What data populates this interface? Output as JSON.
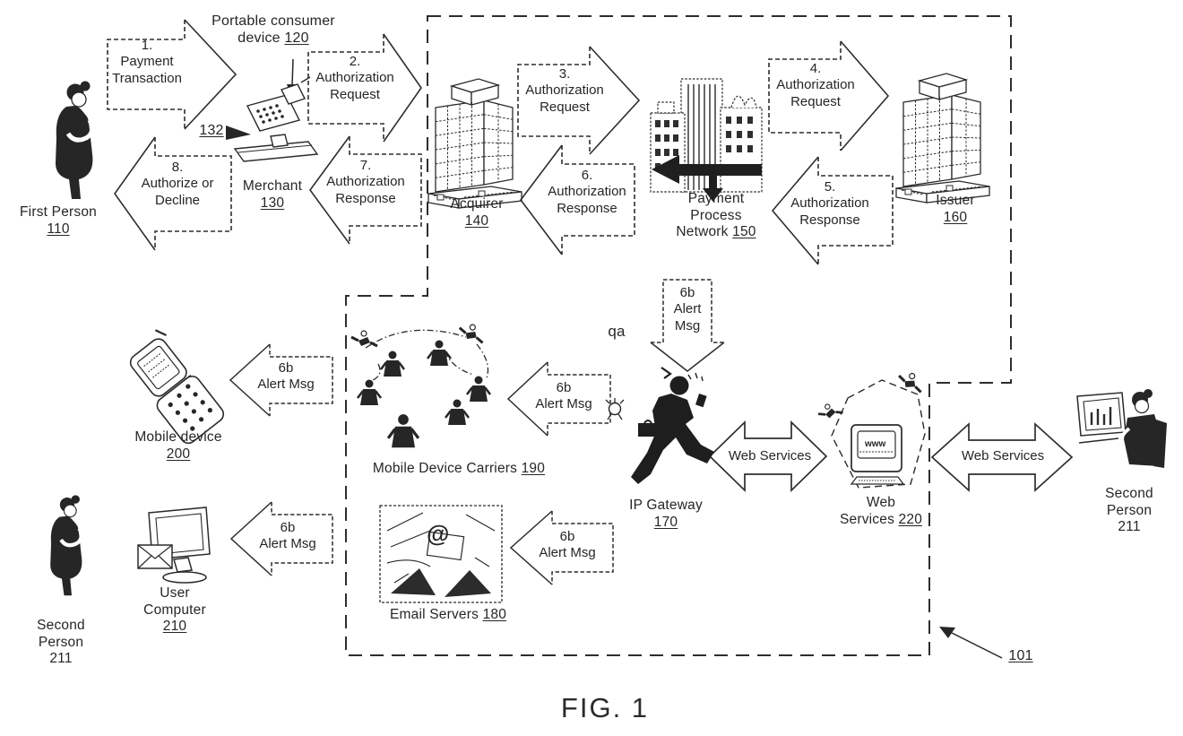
{
  "figure": {
    "caption": "FIG. 1",
    "system_ref": "101",
    "stray_text": "qa"
  },
  "persons": {
    "first": {
      "name": "First Person",
      "ref": "110"
    },
    "second_left": {
      "line1": "Second",
      "line2": "Person",
      "ref": "211"
    },
    "second_right": {
      "line1": "Second",
      "line2": "Person",
      "ref": "211"
    }
  },
  "devices": {
    "portable": {
      "line1": "Portable consumer",
      "line2": "device",
      "ref": "120"
    },
    "terminal_ref": "132",
    "merchant": {
      "name": "Merchant",
      "ref": "130"
    },
    "mobile": {
      "name": "Mobile device",
      "ref": "200"
    },
    "user_computer": {
      "line1": "User",
      "line2": "Computer",
      "ref": "210"
    }
  },
  "institutions": {
    "acquirer": {
      "name": "Acquirer",
      "ref": "140"
    },
    "ppn": {
      "line1": "Payment",
      "line2": "Process",
      "line3": "Network",
      "ref": "150"
    },
    "issuer": {
      "name": "Issuer",
      "ref": "160"
    },
    "ip_gateway": {
      "name": "IP Gateway",
      "ref": "170"
    },
    "email_servers": {
      "name": "Email Servers",
      "ref": "180",
      "at_symbol": "@"
    },
    "carriers": {
      "name": "Mobile Device Carriers",
      "ref": "190"
    },
    "web_services": {
      "line1": "Web",
      "line2": "Services",
      "ref": "220",
      "screen_text": "www"
    }
  },
  "arrows": {
    "f1": {
      "num": "1.",
      "line1": "Payment",
      "line2": "Transaction"
    },
    "f2": {
      "num": "2.",
      "line1": "Authorization",
      "line2": "Request"
    },
    "f3": {
      "num": "3.",
      "line1": "Authorization",
      "line2": "Request"
    },
    "f4": {
      "num": "4.",
      "line1": "Authorization",
      "line2": "Request"
    },
    "f5": {
      "num": "5.",
      "line1": "Authorization",
      "line2": "Response"
    },
    "f6": {
      "num": "6.",
      "line1": "Authorization",
      "line2": "Response"
    },
    "f7": {
      "num": "7.",
      "line1": "Authorization",
      "line2": "Response"
    },
    "f8": {
      "num": "8.",
      "line1": "Authorize or",
      "line2": "Decline"
    },
    "alert_down": {
      "num": "6b",
      "line1": "Alert",
      "line2": "Msg"
    },
    "alert_mobile": {
      "num": "6b",
      "line1": "Alert Msg"
    },
    "alert_carriers": {
      "num": "6b",
      "line1": "Alert Msg"
    },
    "alert_computer": {
      "num": "6b",
      "line1": "Alert Msg"
    },
    "alert_email": {
      "num": "6b",
      "line1": "Alert Msg"
    },
    "web_services_left": "Web Services",
    "web_services_right": "Web Services"
  }
}
